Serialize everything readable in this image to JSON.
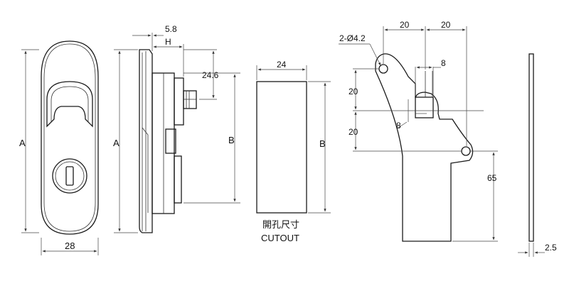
{
  "front_view": {
    "height_label": "A",
    "width_label": "28"
  },
  "side_view": {
    "height_label": "A",
    "top_dim": "5.8",
    "h_dim": "H",
    "offset_dim": "24.6",
    "body_dim": "B"
  },
  "cutout_view": {
    "width_label": "24",
    "height_label": "B",
    "caption_cn": "開孔尺寸",
    "caption_en": "CUTOUT"
  },
  "cam_view": {
    "hole_label": "2-Ø4.2",
    "top_left_dim": "20",
    "top_right_dim": "20",
    "slot_dim": "8",
    "left_upper_dim": "20",
    "left_lower_dim": "20",
    "left_slot_dim": "8",
    "height_dim": "65"
  },
  "plate_view": {
    "thickness_dim": "2.5"
  }
}
